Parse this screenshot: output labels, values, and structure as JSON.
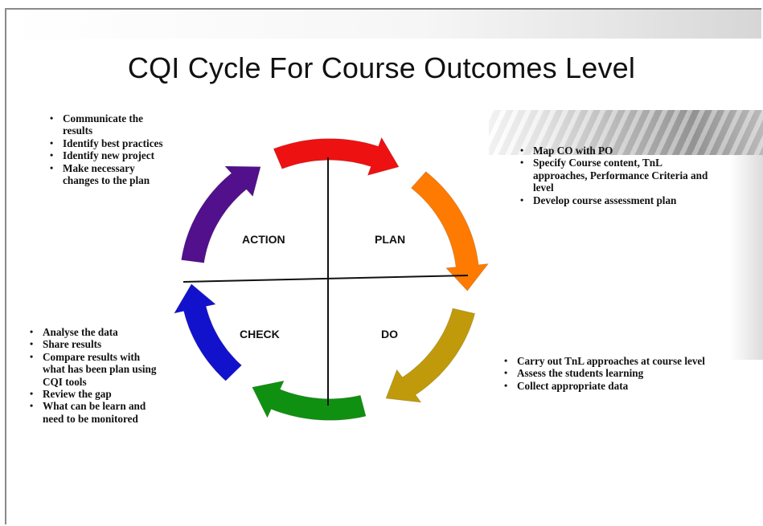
{
  "title": "CQI Cycle For Course Outcomes Level",
  "quadrants": {
    "action": "ACTION",
    "plan": "PLAN",
    "check": "CHECK",
    "do": "DO"
  },
  "arrow_colors": [
    "#ee1111",
    "#ff7a00",
    "#c09a0a",
    "#109010",
    "#1212cc",
    "#52108c"
  ],
  "lists": {
    "action": [
      "Communicate the results",
      "Identify best practices",
      "Identify new project",
      "Make necessary changes to the plan"
    ],
    "plan": [
      "Map CO with PO",
      "Specify Course content, TnL approaches, Performance Criteria and level",
      "Develop course assessment plan"
    ],
    "check": [
      "Analyse the data",
      "Share results",
      "Compare results with what has been plan using CQI tools",
      "Review the gap",
      "What can be learn and  need to be monitored"
    ],
    "do": [
      "Carry out TnL approaches at course level",
      "Assess the students learning",
      "Collect appropriate data"
    ]
  }
}
